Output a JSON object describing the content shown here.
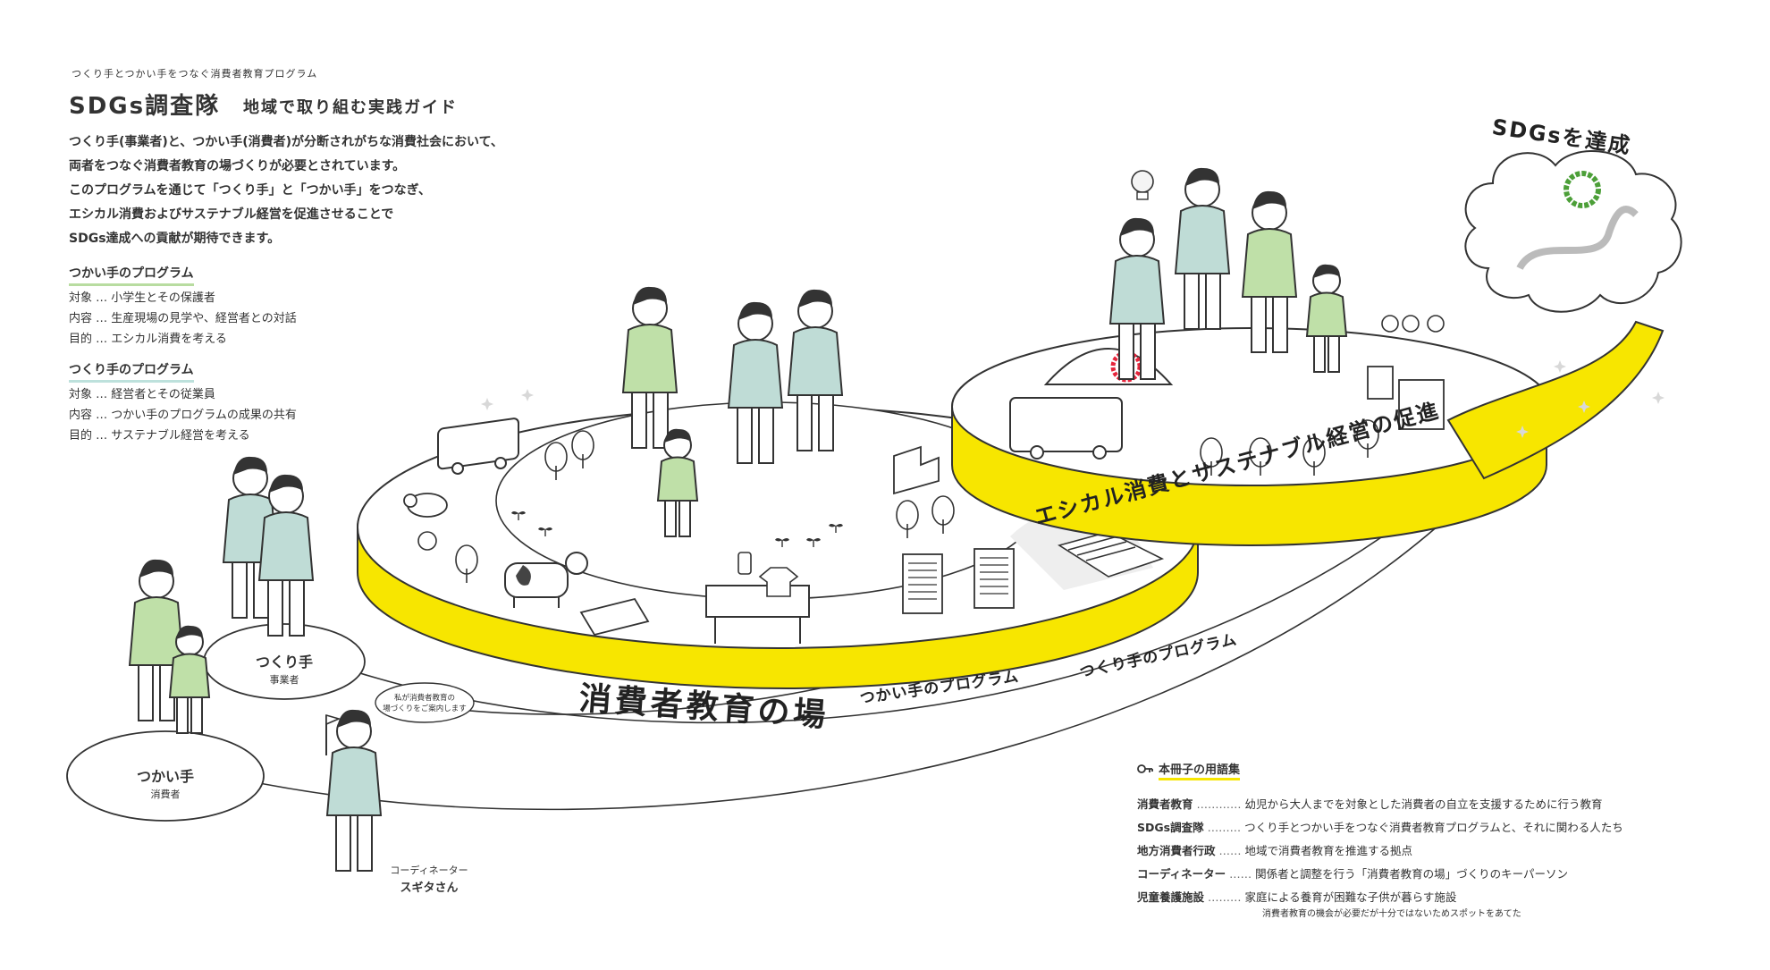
{
  "header": {
    "kicker": "つくり手とつかい手をつなぐ消費者教育プログラム",
    "title": "SDGs調査隊",
    "subtitle": "地域で取り組む実践ガイド"
  },
  "intro_lines": [
    "つくり手(事業者)と、つかい手(消費者)が分断されがちな消費社会において、",
    "両者をつなぐ消費者教育の場づくりが必要とされています。",
    "このプログラムを通じて「つくり手」と「つかい手」をつなぎ、",
    "エシカル消費およびサステナブル経営を促進させることで",
    "SDGs達成への貢献が期待できます。"
  ],
  "programs": [
    {
      "heading": "つかい手のプログラム",
      "items": [
        "対象 … 小学生とその保護者",
        "内容 … 生産現場の見学や、経営者との対話",
        "目的 … エシカル消費を考える"
      ]
    },
    {
      "heading": "つくり手のプログラム",
      "items": [
        "対象 … 経営者とその従業員",
        "内容 … つかい手のプログラムの成果の共有",
        "目的 … サステナブル経営を考える"
      ]
    }
  ],
  "actors": {
    "maker_label": "つくり手",
    "maker_sub": "事業者",
    "user_label": "つかい手",
    "user_sub": "消費者",
    "coordinator_role": "コーディネーター",
    "coordinator_name": "スギタさん",
    "bubble_line1": "私が消費者教育の",
    "bubble_line2": "場づくりをご案内します"
  },
  "ribbons": {
    "lower_title": "消費者教育の場",
    "lower_program1": "つかい手のプログラム",
    "lower_program2": "つくり手のプログラム",
    "upper_title": "エシカル消費とサステナブル経営の促進",
    "goal": "SDGsを達成"
  },
  "glossary": {
    "heading": "本冊子の用語集",
    "entries": [
      {
        "term": "消費者教育",
        "dots": "…………",
        "desc": "幼児から大人までを対象とした消費者の自立を支援するために行う教育"
      },
      {
        "term": "SDGs調査隊",
        "dots": "………",
        "desc": "つくり手とつかい手をつなぐ消費者教育プログラムと、それに関わる人たち"
      },
      {
        "term": "地方消費者行政",
        "dots": "……",
        "desc": "地域で消費者教育を推進する拠点"
      },
      {
        "term": "コーディネーター",
        "dots": "……",
        "desc": "関係者と調整を行う「消費者教育の場」づくりのキーパーソン"
      },
      {
        "term": "児童養護施設",
        "dots": "………",
        "desc": "家庭による養育が困難な子供が暮らす施設"
      }
    ],
    "note": "消費者教育の機会が必要だが十分ではないためスポットをあてた"
  },
  "colors": {
    "ribbon_yellow": "#f7e600",
    "figure_green": "#bfe0a8",
    "figure_teal": "#bfdcd6",
    "line": "#333333"
  }
}
